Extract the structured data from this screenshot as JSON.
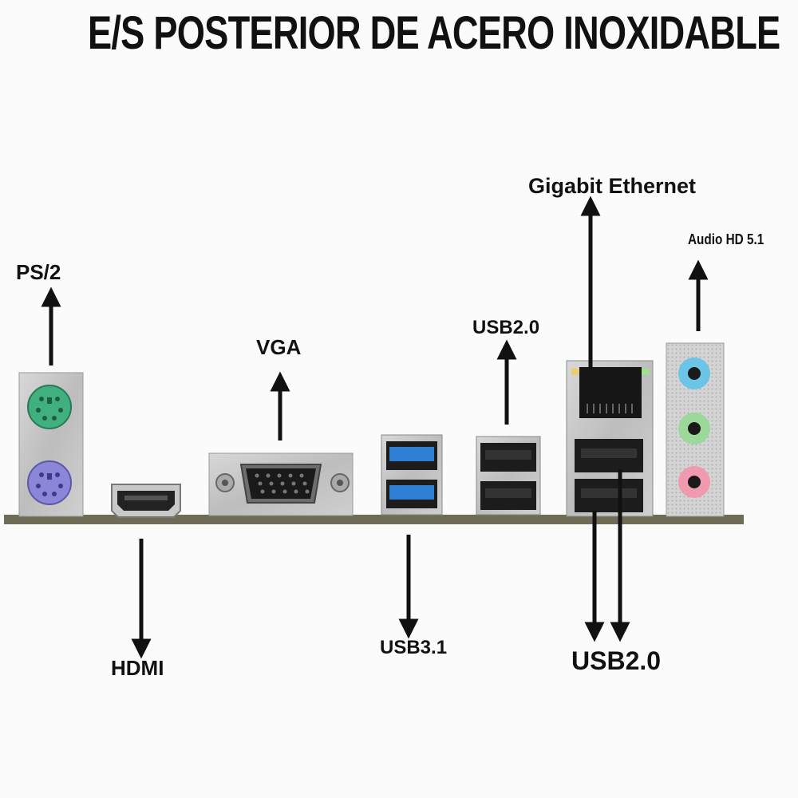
{
  "title": "E/S POSTERIOR DE ACERO INOXIDABLE",
  "labels": {
    "ps2": "PS/2",
    "vga": "VGA",
    "usb20_top": "USB2.0",
    "gigabit": "Gigabit Ethernet",
    "audio": "Audio HD 5.1",
    "hdmi": "HDMI",
    "usb31": "USB3.1",
    "usb20_bottom": "USB2.0"
  },
  "colors": {
    "ps2_mouse": "#3fb07e",
    "ps2_keyboard": "#8c86d8",
    "usb3_blue": "#2f7fd4",
    "audio_line_in": "#6cc4e6",
    "audio_line_out": "#9bd89a",
    "audio_mic": "#f09ab0",
    "pcb": "#6f6c55"
  }
}
